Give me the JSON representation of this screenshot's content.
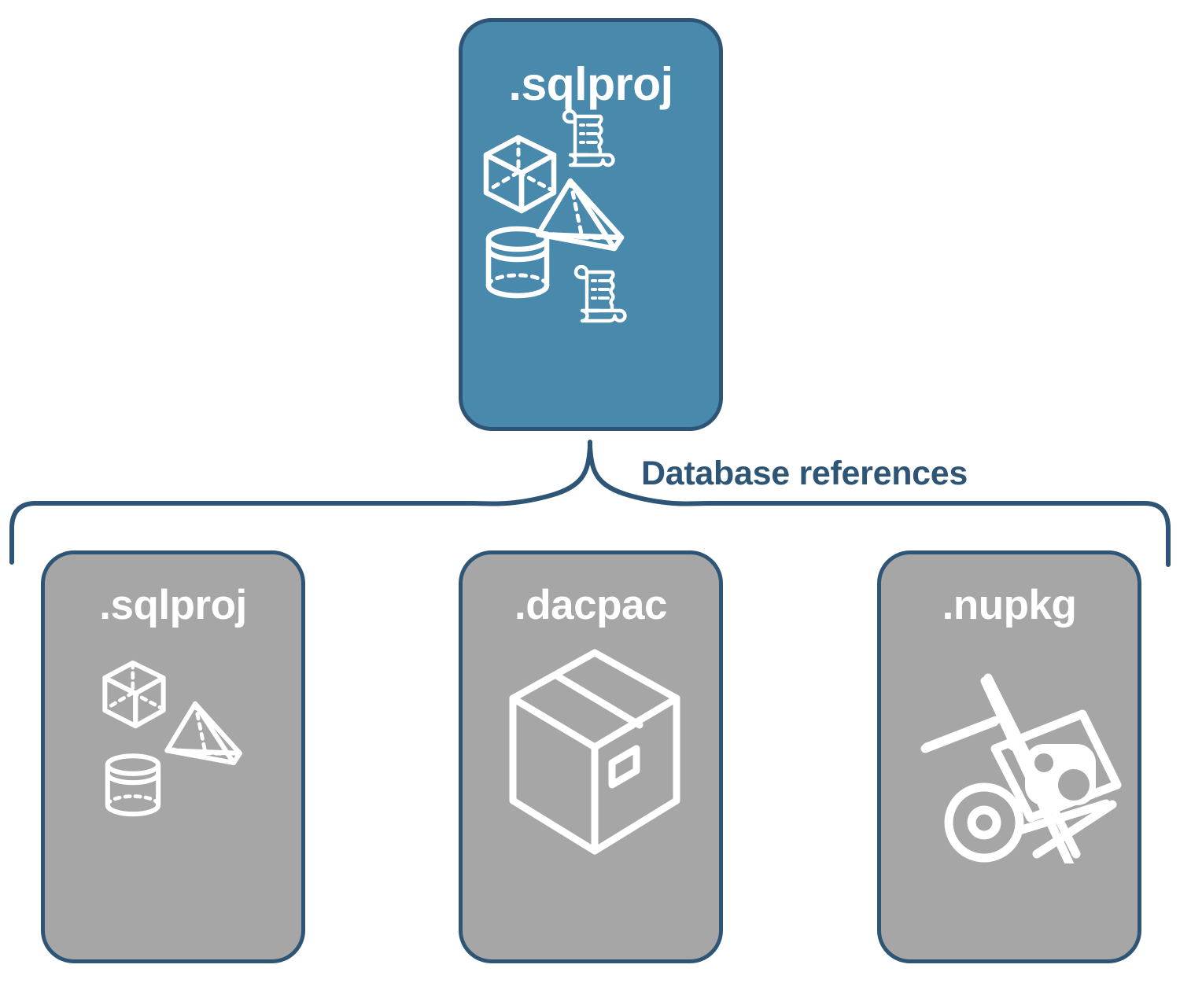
{
  "diagram": {
    "title": "Database references",
    "colors": {
      "card_blue": "#4889AC",
      "card_gray": "#A6A6A6",
      "border_navy": "#2E5575",
      "label_navy": "#2E5575",
      "icon_white": "#FFFFFF",
      "background": "#FFFFFF"
    }
  },
  "root_node": {
    "label": ".sqlproj",
    "fill": "blue",
    "icons": [
      "cube-icon",
      "scroll-icon",
      "pyramid-icon",
      "cylinder-icon",
      "scroll-icon"
    ]
  },
  "connector": {
    "label": "Database references",
    "style": "curly-brace"
  },
  "reference_nodes": [
    {
      "label": ".sqlproj",
      "fill": "gray",
      "icons": [
        "cube-icon",
        "pyramid-icon",
        "cylinder-icon"
      ]
    },
    {
      "label": ".dacpac",
      "fill": "gray",
      "icons": [
        "package-box-icon"
      ]
    },
    {
      "label": ".nupkg",
      "fill": "gray",
      "icons": [
        "hand-truck-nuget-icon"
      ]
    }
  ]
}
